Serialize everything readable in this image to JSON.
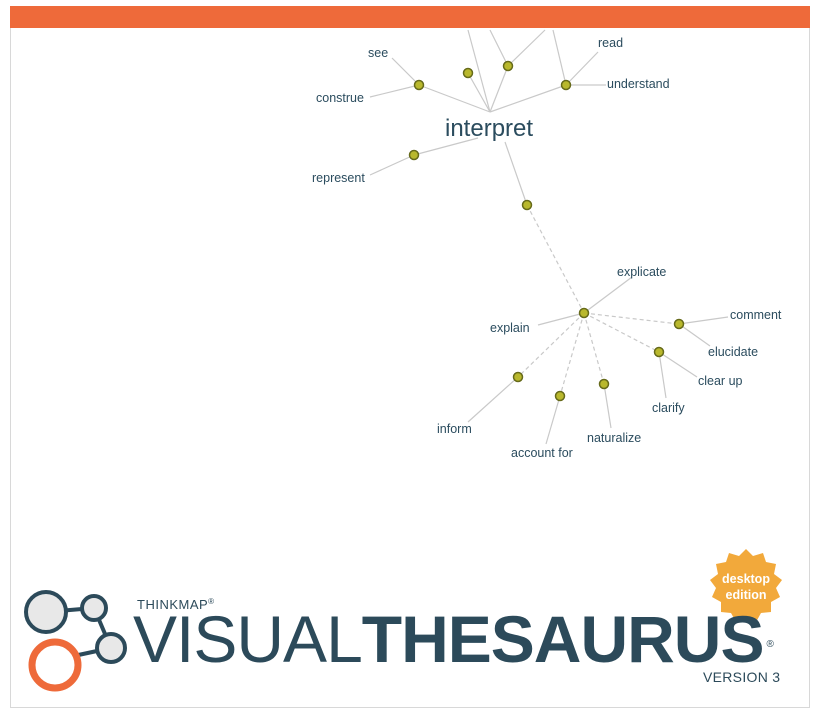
{
  "graph": {
    "center_word": "interpret",
    "labels": {
      "see": "see",
      "read": "read",
      "construe": "construe",
      "understand": "understand",
      "represent": "represent",
      "explicate": "explicate",
      "explain": "explain",
      "comment": "comment",
      "elucidate": "elucidate",
      "clear_up": "clear up",
      "clarify": "clarify",
      "inform": "inform",
      "naturalize": "naturalize",
      "account_for": "account for"
    }
  },
  "branding": {
    "maker": "THINKMAP",
    "maker_mark": "®",
    "product_light": "VISUAL",
    "product_bold": "THESAURUS",
    "product_mark": "®",
    "version": "VERSION 3",
    "badge_line1": "desktop",
    "badge_line2": "edition"
  },
  "colors": {
    "accent": "#ee6a3a",
    "text": "#2c4a5a",
    "node": "#b9b82d",
    "badge": "#f2a93b"
  }
}
